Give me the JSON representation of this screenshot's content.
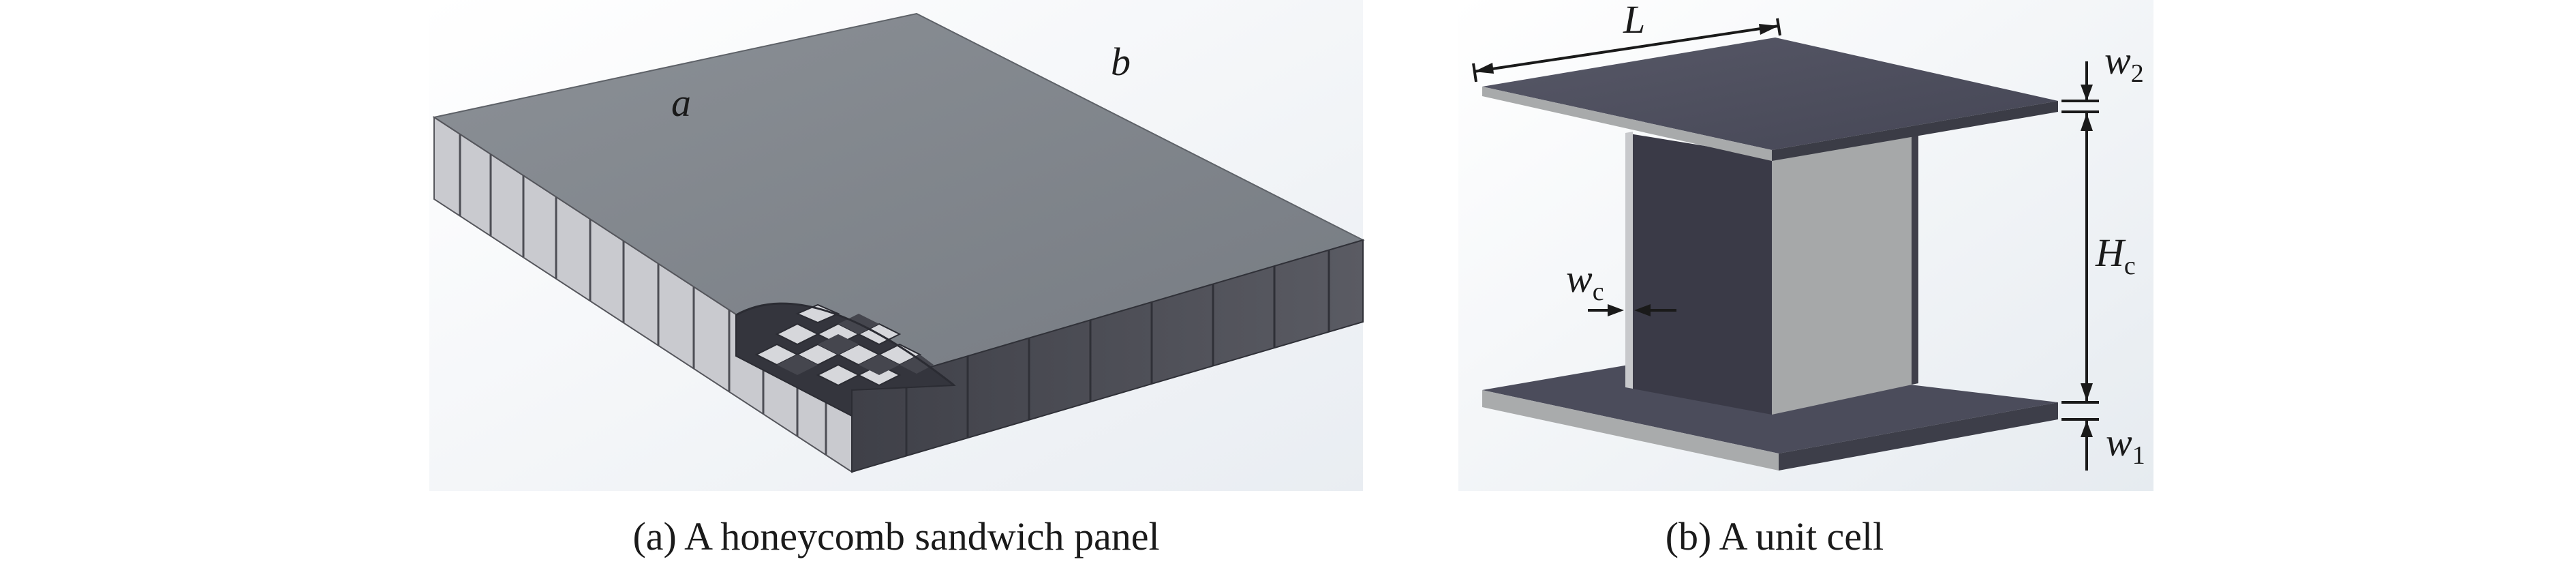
{
  "panel_a": {
    "caption": "(a) A honeycomb sandwich panel",
    "edge_label_a": "a",
    "edge_label_b": "b"
  },
  "panel_b": {
    "caption": "(b) A unit cell",
    "dim_L": "L",
    "dim_w2": {
      "base": "w",
      "sub": "2"
    },
    "dim_Hc": {
      "base": "H",
      "sub": "c"
    },
    "dim_wc": {
      "base": "w",
      "sub": "c"
    },
    "dim_w1": {
      "base": "w",
      "sub": "1"
    }
  },
  "colors": {
    "panel_top": "#7f858b",
    "panel_side": "#4a4b52",
    "face_top_dark": "#4c4c5c",
    "face_light": "#a7a9aa",
    "web_dark": "#3b3b48"
  }
}
